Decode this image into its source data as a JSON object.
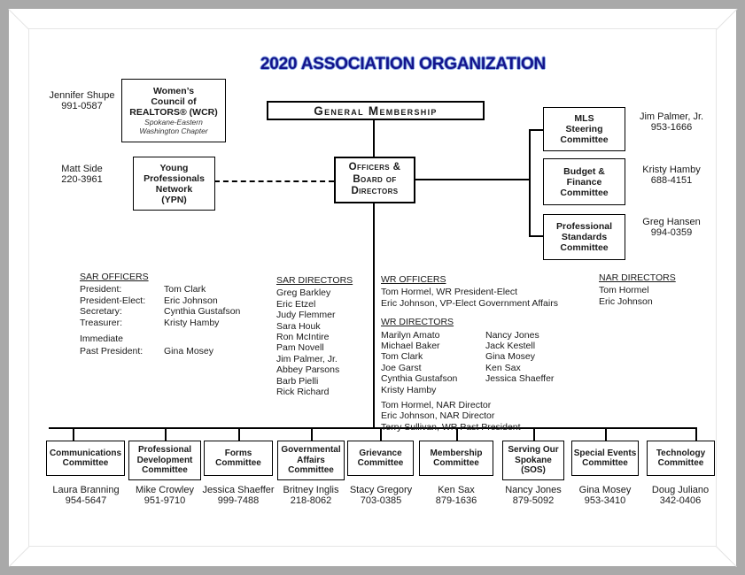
{
  "page": {
    "title": "2020 ASSOCIATION ORGANIZATION"
  },
  "top_boxes": {
    "wcr": {
      "title_lines": [
        "Women’s",
        "Council of",
        "REALTORS® (WCR)"
      ],
      "subtitle_lines": [
        "Spokane-Eastern",
        "Washington Chapter"
      ],
      "contact_name": "Jennifer Shupe",
      "contact_phone": "991-0587"
    },
    "general_membership": {
      "label": "General Membership"
    },
    "ypn": {
      "title_lines": [
        "Young",
        "Professionals",
        "Network",
        "(YPN)"
      ],
      "contact_name": "Matt Side",
      "contact_phone": "220-3961"
    },
    "officers_board": {
      "title_lines": [
        "Officers &",
        "Board of",
        "Directors"
      ]
    },
    "mls": {
      "title_lines": [
        "MLS",
        "Steering",
        "Committee"
      ],
      "contact_name": "Jim Palmer, Jr.",
      "contact_phone": "953-1666"
    },
    "budget_finance": {
      "title_lines": [
        "Budget &",
        "Finance",
        "Committee"
      ],
      "contact_name": "Kristy Hamby",
      "contact_phone": "688-4151"
    },
    "professional_standards": {
      "title_lines": [
        "Professional",
        "Standards",
        "Committee"
      ],
      "contact_name": "Greg Hansen",
      "contact_phone": "994-0359"
    }
  },
  "sar_officers": {
    "heading": "SAR OFFICERS",
    "rows": [
      {
        "label": "President:",
        "name": "Tom Clark"
      },
      {
        "label": "President-Elect:",
        "name": "Eric Johnson"
      },
      {
        "label": "Secretary:",
        "name": "Cynthia Gustafson"
      },
      {
        "label": "Treasurer:",
        "name": "Kristy Hamby"
      }
    ],
    "immediate_line": "Immediate",
    "past_president_label": "Past President:",
    "past_president_name": "Gina Mosey"
  },
  "sar_directors": {
    "heading": "SAR DIRECTORS",
    "names": [
      "Greg Barkley",
      "Eric Etzel",
      "Judy Flemmer",
      "Sara Houk",
      "Ron McIntire",
      "Pam Novell",
      "Jim Palmer, Jr.",
      "Abbey Parsons",
      "Barb Pielli",
      "Rick Richard"
    ]
  },
  "wr_officers": {
    "heading": "WR OFFICERS",
    "lines": [
      "Tom Hormel, WR President-Elect",
      "Eric Johnson, VP-Elect Government Affairs"
    ]
  },
  "wr_directors": {
    "heading": "WR DIRECTORS",
    "column1": [
      "Marilyn Amato",
      "Michael Baker",
      "Tom Clark",
      "Joe Garst",
      "Cynthia Gustafson",
      "Kristy Hamby"
    ],
    "column2": [
      "Nancy Jones",
      "Jack Kestell",
      "Gina Mosey",
      "Ken Sax",
      "Jessica Shaeffer"
    ],
    "notes": [
      "Tom Hormel, NAR Director",
      "Eric Johnson, NAR Director",
      "Terry Sullivan, WR Past President"
    ]
  },
  "nar_directors": {
    "heading": "NAR DIRECTORS",
    "names": [
      "Tom Hormel",
      "Eric Johnson"
    ]
  },
  "committees": [
    {
      "title_lines": [
        "Communications",
        "Committee"
      ],
      "contact_name": "Laura Branning",
      "contact_phone": "954-5647"
    },
    {
      "title_lines": [
        "Professional",
        "Development",
        "Committee"
      ],
      "contact_name": "Mike Crowley",
      "contact_phone": "951-9710"
    },
    {
      "title_lines": [
        "Forms",
        "Committee"
      ],
      "contact_name": "Jessica Shaeffer",
      "contact_phone": "999-7488"
    },
    {
      "title_lines": [
        "Governmental",
        "Affairs",
        "Committee"
      ],
      "contact_name": "Britney Inglis",
      "contact_phone": "218-8062"
    },
    {
      "title_lines": [
        "Grievance",
        "Committee"
      ],
      "contact_name": "Stacy Gregory",
      "contact_phone": "703-0385"
    },
    {
      "title_lines": [
        "Membership",
        "Committee"
      ],
      "contact_name": "Ken Sax",
      "contact_phone": "879-1636"
    },
    {
      "title_lines": [
        "Serving Our",
        "Spokane",
        "(SOS)"
      ],
      "contact_name": "Nancy Jones",
      "contact_phone": "879-5092"
    },
    {
      "title_lines": [
        "Special Events",
        "Committee"
      ],
      "contact_name": "Gina Mosey",
      "contact_phone": "953-3410"
    },
    {
      "title_lines": [
        "Technology",
        "Committee"
      ],
      "contact_name": "Doug Juliano",
      "contact_phone": "342-0406"
    }
  ],
  "colors": {
    "title_fill": "#14148c",
    "title_halo": "#8fb0e8",
    "line": "#000000",
    "frame": "#a9a9a9"
  }
}
